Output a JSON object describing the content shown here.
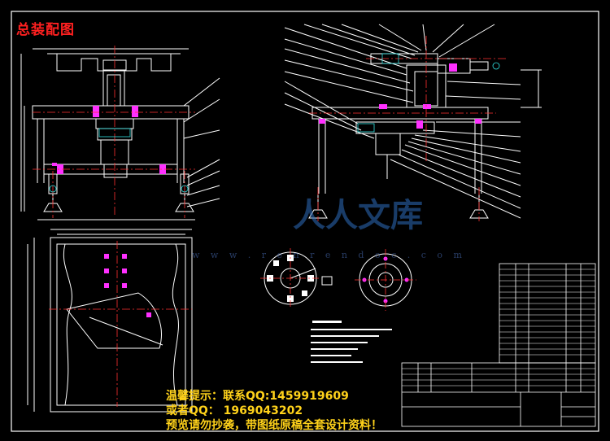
{
  "drawing": {
    "title": "总装配图",
    "colors": {
      "background": "#000000",
      "lines": "#ffffff",
      "center_lines": "#ff3030",
      "highlight": "#ff30ff",
      "cyan": "#30e0e0",
      "title": "#ff2020",
      "note": "#ffd21a"
    }
  },
  "notes": {
    "line1": "温馨提示：联系QQ:1459919609",
    "line2": "或者QQ： 1969043202",
    "line3": "预览请勿抄袭，带图纸原稿全套设计资料！"
  },
  "watermark": {
    "text": "人人文库",
    "url": "w w w . r e n r e n d o c . c o m"
  }
}
